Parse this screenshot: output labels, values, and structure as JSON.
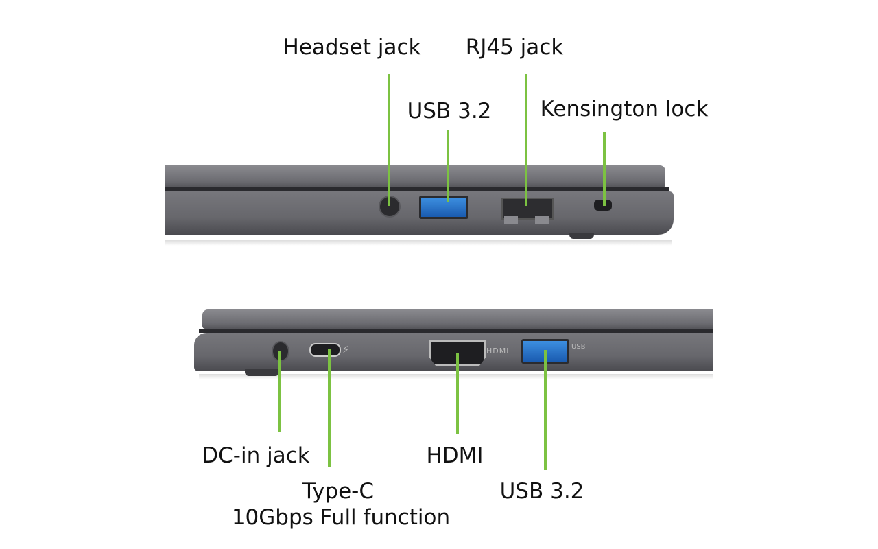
{
  "top_view": {
    "labels": {
      "headset": "Headset jack",
      "usb": "USB 3.2",
      "rj45": "RJ45 jack",
      "kensington": "Kensington lock"
    }
  },
  "bottom_view": {
    "labels": {
      "dc_in": "DC-in jack",
      "type_c_line1": "Type-C",
      "type_c_line2": "10Gbps Full function",
      "hdmi": "HDMI",
      "usb": "USB 3.2"
    },
    "port_markings": {
      "hdmi": "HDMI",
      "usb": "USB"
    }
  },
  "colors": {
    "callout": "#7cc242",
    "chassis": "#6d6d72",
    "usb_port": "#2a78d0"
  }
}
